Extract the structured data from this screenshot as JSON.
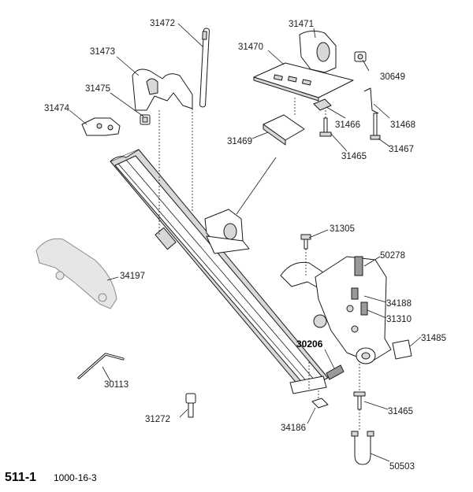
{
  "diagram": {
    "title": "511-1",
    "subtitle": "1000-16-3",
    "parts": [
      "31472",
      "31471",
      "31470",
      "30649",
      "31473",
      "31475",
      "31474",
      "31466",
      "31468",
      "31469",
      "31467",
      "31465",
      "31305",
      "50278",
      "34197",
      "34188",
      "31310",
      "30206",
      "31485",
      "30113",
      "31465",
      "31272",
      "34186",
      "50503"
    ]
  }
}
